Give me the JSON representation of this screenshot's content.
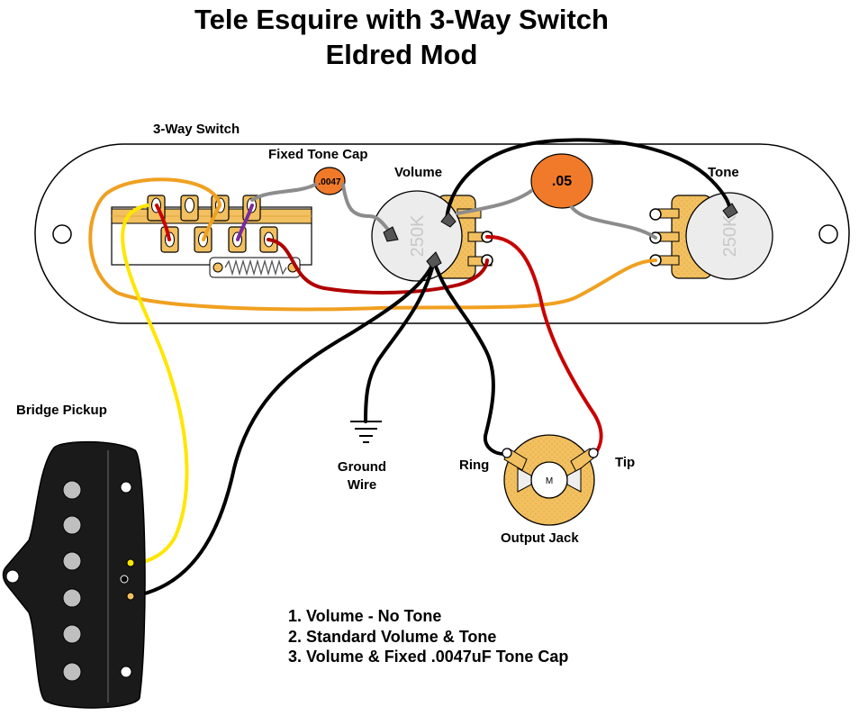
{
  "title": {
    "line1": "Tele Esquire with 3-Way Switch",
    "line2": "Eldred Mod"
  },
  "labels": {
    "switch": "3-Way Switch",
    "fixed_cap": "Fixed Tone Cap",
    "volume": "Volume",
    "tone": "Tone",
    "bridge_pickup": "Bridge Pickup",
    "ground_line1": "Ground",
    "ground_line2": "Wire",
    "ring": "Ring",
    "tip": "Tip",
    "output_jack": "Output Jack"
  },
  "components": {
    "fixed_cap_value": ".0047",
    "tone_cap_value": ".05",
    "volume_pot_value": "250K",
    "tone_pot_value": "250K",
    "jack_mark": "M"
  },
  "positions_list": [
    "1. Volume - No Tone",
    "2. Standard Volume & Tone",
    "3. Volume & Fixed .0047uF Tone Cap"
  ],
  "colors": {
    "wire_yellow": "#ffe600",
    "wire_orange": "#f0a020",
    "wire_red": "#c80000",
    "wire_dark_red": "#b00000",
    "wire_black": "#000000",
    "wire_gray": "#8c8c8c",
    "wire_purple": "#7a2a9a",
    "cap_orange": "#f07a2a",
    "pot_lug": "#f2c060",
    "pickup_body": "#1a1a1a"
  }
}
